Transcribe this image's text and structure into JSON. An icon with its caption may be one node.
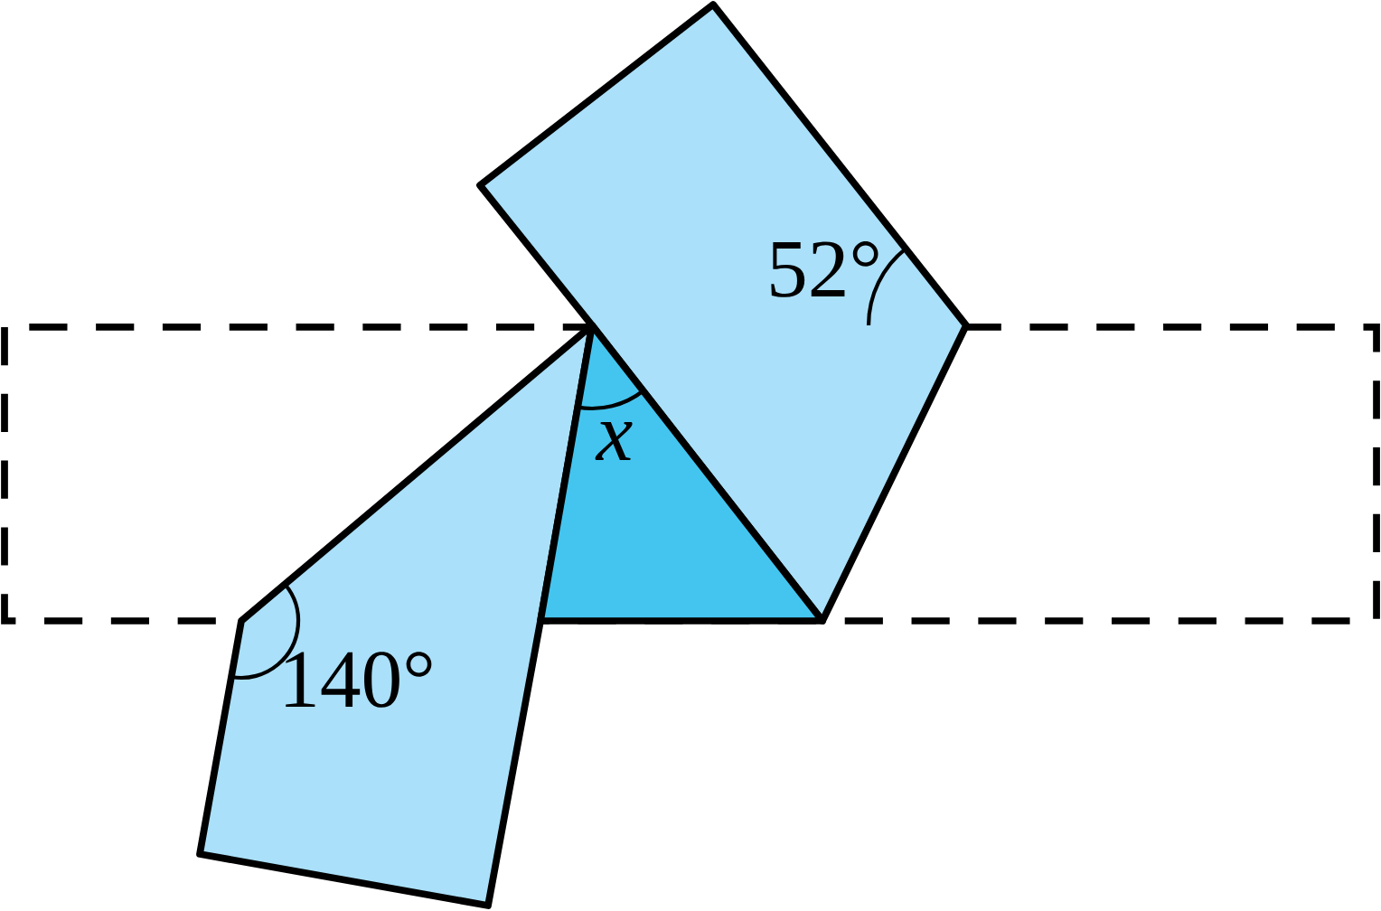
{
  "diagram": {
    "labels": [
      "52°",
      "x",
      "140°"
    ]
  }
}
